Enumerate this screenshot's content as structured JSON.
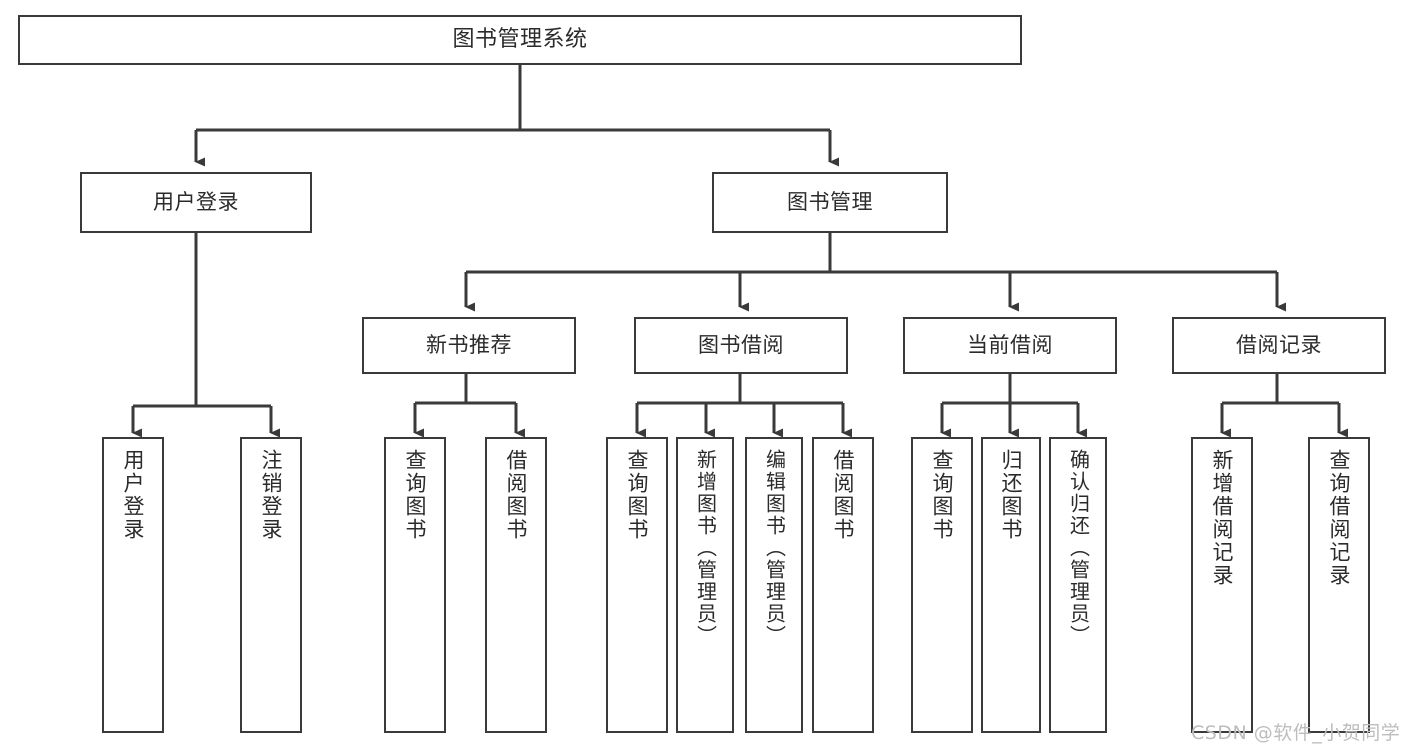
{
  "diagram": {
    "type": "tree",
    "title": "图书管理系统",
    "watermark": "CSDN @软件_小贺同学",
    "colors": {
      "box_border": "#3a3a3a",
      "box_fill": "#ffffff",
      "edge": "#3a3a3a",
      "text": "#2b2b2b",
      "watermark": "#bdbdbd"
    },
    "nodes": {
      "root": {
        "label": "图书管理系统"
      },
      "level1": [
        {
          "id": "user-login",
          "label": "用户登录"
        },
        {
          "id": "book-management",
          "label": "图书管理"
        }
      ],
      "level2": [
        {
          "id": "new-book-recommend",
          "label": "新书推荐"
        },
        {
          "id": "book-borrow",
          "label": "图书借阅"
        },
        {
          "id": "current-borrow",
          "label": "当前借阅"
        },
        {
          "id": "borrow-record",
          "label": "借阅记录"
        }
      ],
      "leaves": [
        {
          "id": "leaf-user-login",
          "label": "用户登录",
          "parent": "user-login"
        },
        {
          "id": "leaf-logout-login",
          "label": "注销登录",
          "parent": "user-login"
        },
        {
          "id": "leaf-query-book-1",
          "label": "查询图书",
          "parent": "new-book-recommend"
        },
        {
          "id": "leaf-borrow-book-1",
          "label": "借阅图书",
          "parent": "new-book-recommend"
        },
        {
          "id": "leaf-query-book-2",
          "label": "查询图书",
          "parent": "book-borrow"
        },
        {
          "id": "leaf-add-book",
          "label": "新增图书（管理员）",
          "parent": "book-borrow"
        },
        {
          "id": "leaf-edit-book",
          "label": "编辑图书（管理员）",
          "parent": "book-borrow"
        },
        {
          "id": "leaf-borrow-book-2",
          "label": "借阅图书",
          "parent": "book-borrow"
        },
        {
          "id": "leaf-query-book-3",
          "label": "查询图书",
          "parent": "current-borrow"
        },
        {
          "id": "leaf-return-book",
          "label": "归还图书",
          "parent": "current-borrow"
        },
        {
          "id": "leaf-confirm-return",
          "label": "确认归还（管理员）",
          "parent": "current-borrow"
        },
        {
          "id": "leaf-add-record",
          "label": "新增借阅记录",
          "parent": "borrow-record"
        },
        {
          "id": "leaf-query-record",
          "label": "查询借阅记录",
          "parent": "borrow-record"
        }
      ]
    }
  }
}
